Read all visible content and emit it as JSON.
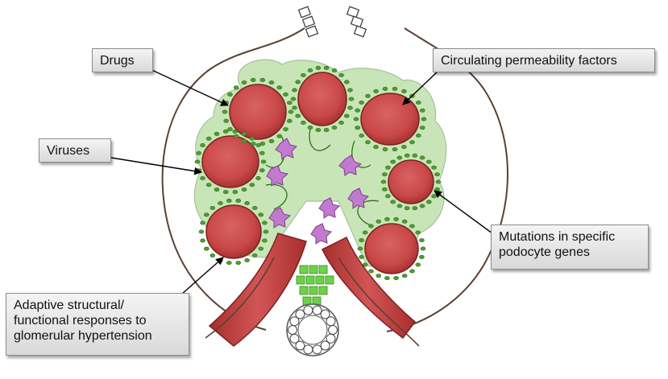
{
  "labels": {
    "drugs": "Drugs",
    "circulating": "Circulating permeability factors",
    "viruses": "Viruses",
    "mutations": "Mutations in specific\npodocyte genes",
    "adaptive": "Adaptive structural/\nfunctional responses to\nglomerular hypertension"
  },
  "colors": {
    "capillary_red": "#c94c4c",
    "podocyte_green": "#4f9e2e",
    "mesangial_purple": "#b768c0",
    "capsule_brown": "#5b4033",
    "label_box": "#e6e6e6"
  }
}
